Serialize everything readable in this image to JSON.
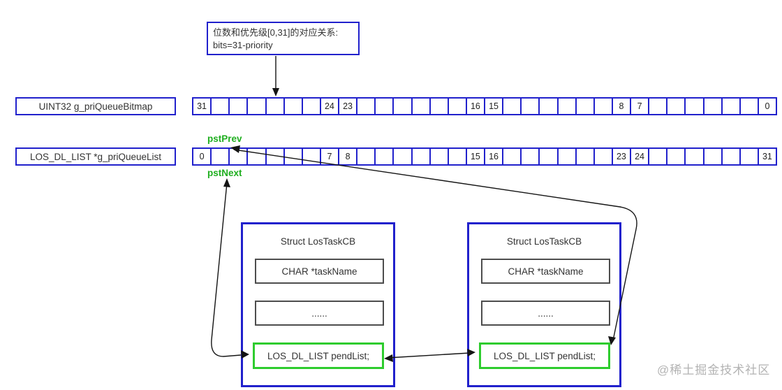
{
  "annotation": {
    "line1": "位数和优先级[0,31]的对应关系:",
    "line2": "bits=31-priority"
  },
  "bitmap_row": {
    "label": "UINT32 g_priQueueBitmap",
    "cells": [
      "31",
      "",
      "",
      "",
      "",
      "",
      "",
      "24",
      "23",
      "",
      "",
      "",
      "",
      "",
      "",
      "16",
      "15",
      "",
      "",
      "",
      "",
      "",
      "",
      "8",
      "7",
      "",
      "",
      "",
      "",
      "",
      "",
      "0"
    ]
  },
  "queue_row": {
    "label": "LOS_DL_LIST *g_priQueueList",
    "cells": [
      "0",
      "",
      "",
      "",
      "",
      "",
      "",
      "7",
      "8",
      "",
      "",
      "",
      "",
      "",
      "",
      "15",
      "16",
      "",
      "",
      "",
      "",
      "",
      "",
      "23",
      "24",
      "",
      "",
      "",
      "",
      "",
      "",
      "31"
    ]
  },
  "pointers": {
    "prev_label": "pstPrev",
    "next_label": "pstNext"
  },
  "tasks": [
    {
      "title": "Struct LosTaskCB",
      "fields": {
        "name": "CHAR *taskName",
        "dots": "......",
        "pend": "LOS_DL_LIST pendList;"
      }
    },
    {
      "title": "Struct LosTaskCB",
      "fields": {
        "name": "CHAR *taskName",
        "dots": "......",
        "pend": "LOS_DL_LIST pendList;"
      }
    }
  ],
  "watermark": "@稀土掘金技术社区",
  "colors": {
    "border_blue": "#2121cc",
    "field_border": "#4d4d4d",
    "green": "#2ecc2e",
    "green_text": "#1fae1f",
    "text": "#333333",
    "arrow": "#141414",
    "watermark": "#b3b3b3"
  }
}
